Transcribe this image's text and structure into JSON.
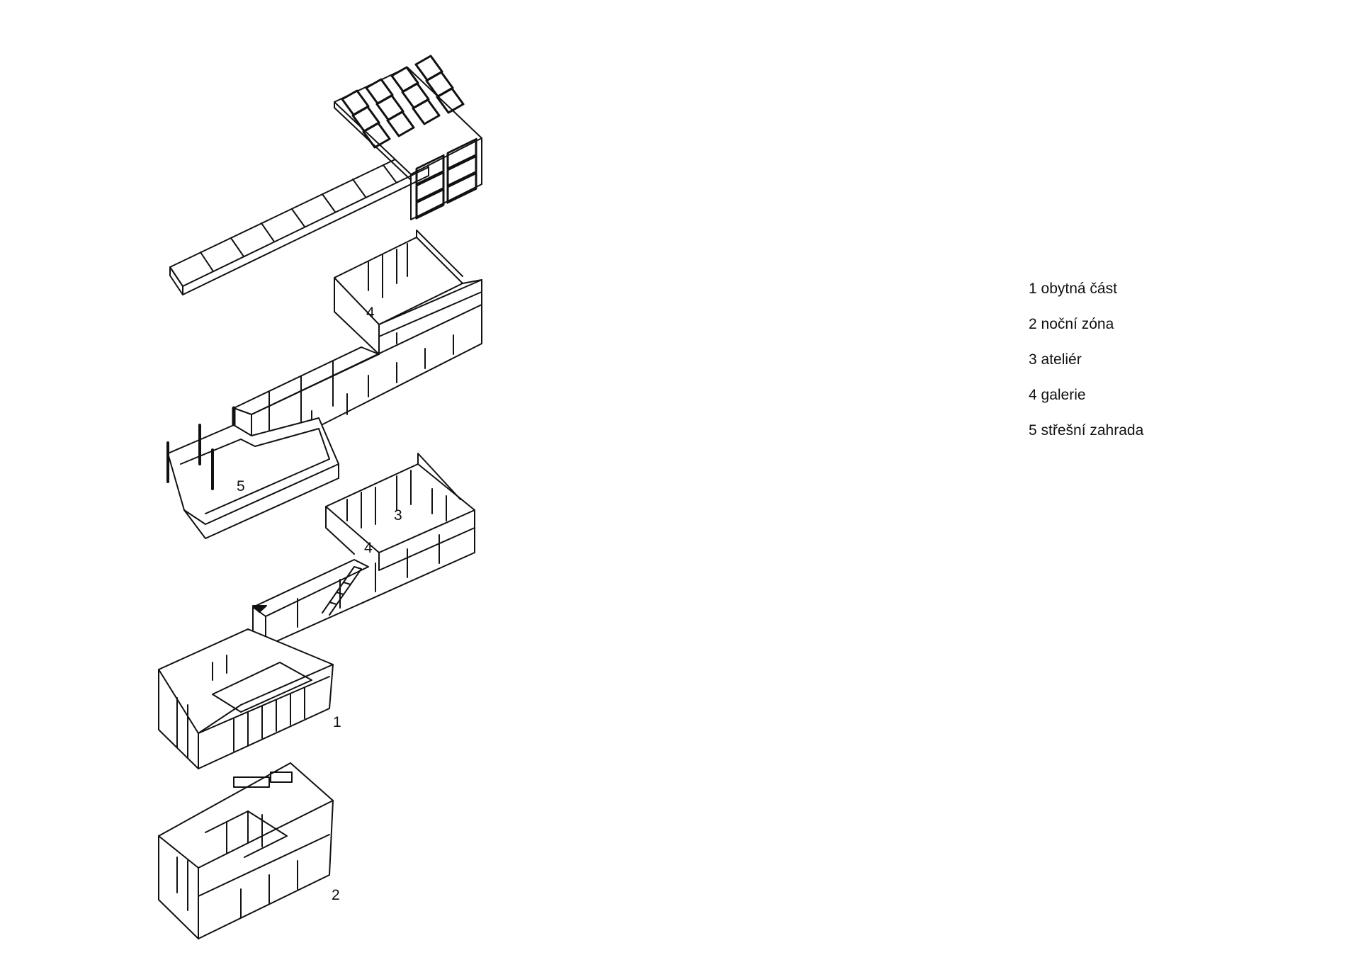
{
  "floor_labels": {
    "roof_gallery": "4",
    "roof_garden": "5",
    "upper_atelier": "3",
    "upper_gallery": "4",
    "living": "1",
    "night": "2"
  },
  "legend": [
    {
      "label": "1 obytná část"
    },
    {
      "label": "2 noční zóna"
    },
    {
      "label": "3 ateliér"
    },
    {
      "label": "4 galerie"
    },
    {
      "label": "5 střešní zahrada"
    }
  ],
  "colors": {
    "line": "#111111",
    "background": "#ffffff"
  }
}
